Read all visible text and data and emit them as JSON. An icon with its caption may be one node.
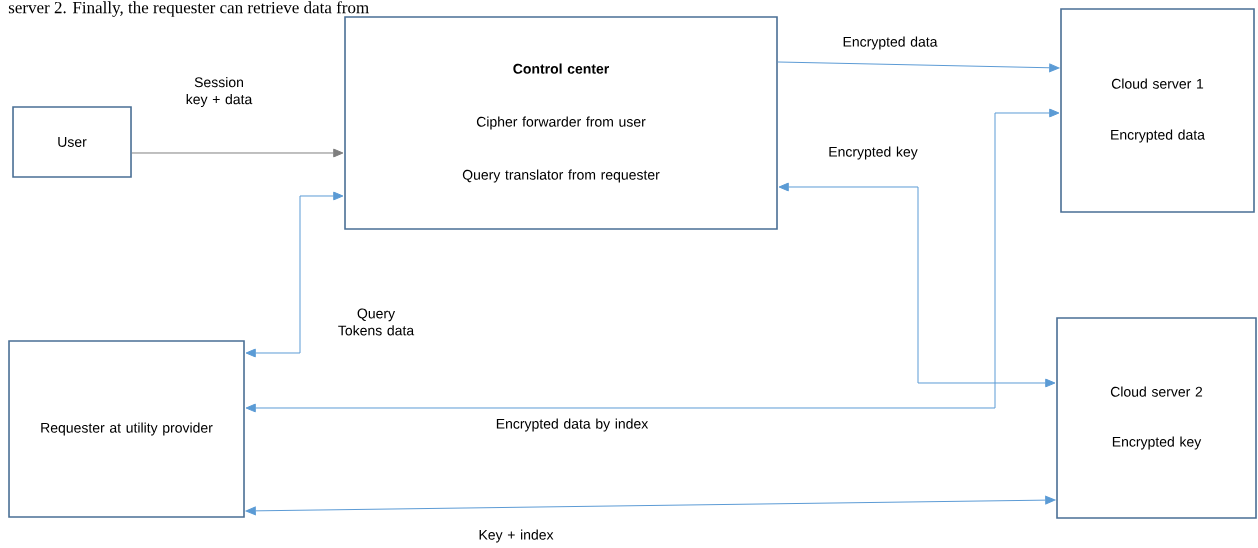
{
  "diagram": {
    "nodes": [
      {
        "text": [
          "User"
        ]
      },
      {
        "text": [
          "**Control center**",
          "Cipher forwarder from user",
          "Query translator from requester"
        ]
      },
      {
        "text": [
          "Cloud server 1",
          "Encrypted data"
        ]
      },
      {
        "text": [
          "Requester at utility provider"
        ]
      },
      {
        "text": [
          "Cloud server 2",
          "Encrypted key"
        ]
      }
    ],
    "edges": [
      {
        "from": 0,
        "to": 1,
        "arrow": "to",
        "label": "Session key + data",
        "color": "#7f7f7f"
      },
      {
        "from": 3,
        "to": 1,
        "arrow": "both",
        "label": "Query Tokens data"
      },
      {
        "from": 1,
        "to": 2,
        "arrow": "to",
        "label": "Encrypted data"
      },
      {
        "from": 1,
        "to": 4,
        "arrow": "both",
        "label": "Encrypted key"
      },
      {
        "from": 3,
        "to": 2,
        "arrow": "both",
        "label": "Encrypted data by index"
      },
      {
        "from": 3,
        "to": 4,
        "arrow": "both",
        "label": "Key + index"
      }
    ],
    "labels": [
      "server 2. Finally, the requester can retrieve data from"
    ]
  }
}
